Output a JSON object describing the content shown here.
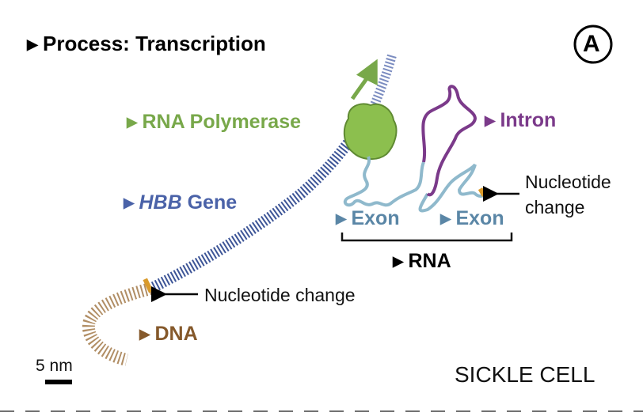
{
  "title": "Process: Transcription",
  "panel_letter": "A",
  "labels": {
    "rna_polymerase": "RNA Polymerase",
    "hbb_gene_italic": "HBB",
    "hbb_gene_rest": "Gene",
    "intron": "Intron",
    "exon_1": "Exon",
    "exon_2": "Exon",
    "rna": "RNA",
    "dna": "DNA",
    "nucleotide_change_dna": "Nucleotide change",
    "nucleotide_change_rna_line1": "Nucleotide",
    "nucleotide_change_rna_line2": "change"
  },
  "scale_bar": "5 nm",
  "footer": "SICKLE CELL",
  "colors": {
    "polymerase": "#78a84a",
    "gene": "#4a62a8",
    "intron": "#7b3a8a",
    "exon": "#5a86a6",
    "dna": "#85592b",
    "mutation": "#d99a2b"
  }
}
